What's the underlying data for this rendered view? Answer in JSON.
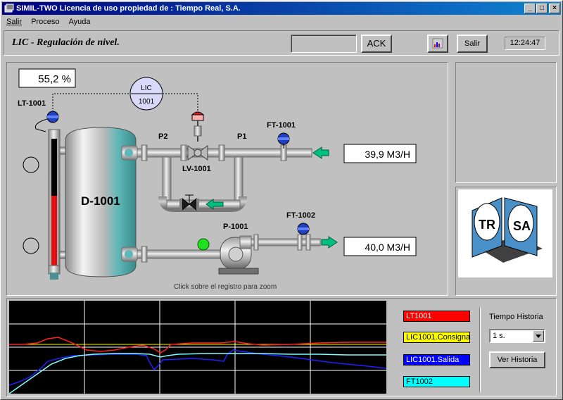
{
  "window": {
    "title": "SIMIL-TWO Licencia de uso propiedad de : Tiempo Real, S.A.",
    "min_label": "_",
    "max_label": "□",
    "close_label": "×"
  },
  "menu": {
    "items": [
      "Salir",
      "Proceso",
      "Ayuda"
    ]
  },
  "header": {
    "page_title": "LIC - Regulación de nivel.",
    "ack_label": "ACK",
    "salir_label": "Salir",
    "clock": "12:24:47"
  },
  "process": {
    "level_value": "55,2 %",
    "lt_tag": "LT-1001",
    "lic_tag_line1": "LIC",
    "lic_tag_line2": "1001",
    "tank_tag": "D-1001",
    "p2_label": "P2",
    "p1_label": "P1",
    "lv_tag": "LV-1001",
    "ft1_tag": "FT-1001",
    "ft1_value": "39,9 M3/H",
    "ft2_tag": "FT-1002",
    "ft2_value": "40,0 M3/H",
    "pump_tag": "P-1001",
    "zoom_hint": "Click sobre el registro para zoom",
    "level_fraction": 0.552
  },
  "logo": {
    "left_text": "TR",
    "right_text": "SA"
  },
  "trend": {
    "legend": [
      {
        "label": "LT1001",
        "bg": "#ff0000",
        "fg": "#ffffff"
      },
      {
        "label": "LIC1001.Consigna",
        "bg": "#ffff00",
        "fg": "#000000"
      },
      {
        "label": "LIC1001.Salida",
        "bg": "#0000ff",
        "fg": "#ffffff"
      },
      {
        "label": "FT1002",
        "bg": "#00ffff",
        "fg": "#000000"
      }
    ],
    "history_label": "Tiempo Historia",
    "history_value": "1 s.",
    "view_history_label": "Ver Historia"
  },
  "colors": {
    "trend_bg": "#000000",
    "grid": "#ffffff",
    "red": "#ff0000",
    "yellow": "#ffff00",
    "blue": "#0000ff",
    "cyan": "#00ffff",
    "tank_teal": "#5fb8b8",
    "arrow": "#00c080"
  }
}
